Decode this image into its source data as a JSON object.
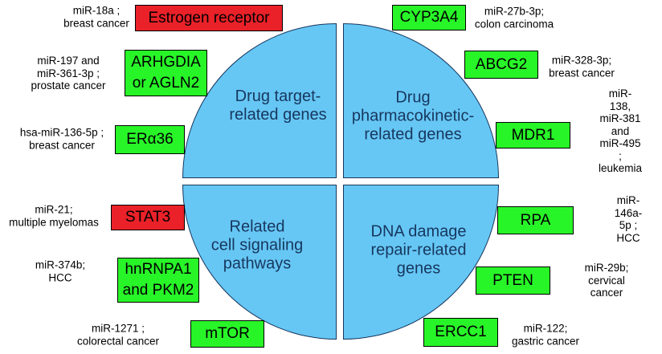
{
  "figure": {
    "description": "Four-quadrant circle diagram of miRNA-regulated gene categories",
    "colors": {
      "circle_fill": "#66c7f5",
      "circle_stroke": "#16365c",
      "quadrant_text": "#17375e",
      "gene_green": "#28f528",
      "gene_red": "#ea2128",
      "box_stroke": "#000000",
      "note_text": "#000000"
    }
  },
  "quadrants": {
    "top_left": {
      "label": "Drug target-\nrelated genes"
    },
    "top_right": {
      "label": "Drug\npharmacokinetic-\nrelated genes"
    },
    "bottom_left": {
      "label": "Related\ncell signaling\npathways"
    },
    "bottom_right": {
      "label": "DNA damage\nrepair-related\ngenes"
    }
  },
  "entries": [
    {
      "gene": "Estrogen receptor",
      "color": "red",
      "note": "miR-18a ;\nbreast cancer"
    },
    {
      "gene": "ARHGDIA\nor AGLN2",
      "color": "green",
      "note": "miR-197 and\nmiR-361-3p ;\nprostate cancer"
    },
    {
      "gene": "ERα36",
      "color": "green",
      "note": "hsa-miR-136-5p ;\nbreast cancer"
    },
    {
      "gene": "STAT3",
      "color": "red",
      "note": "miR-21;\nmultiple myelomas"
    },
    {
      "gene": "hnRNPA1\nand PKM2",
      "color": "green",
      "note": "miR-374b;\nHCC"
    },
    {
      "gene": "mTOR",
      "color": "green",
      "note": "miR-1271 ;\ncolorectal cancer"
    },
    {
      "gene": "CYP3A4",
      "color": "green",
      "note": "miR-27b-3p;\ncolon carcinoma"
    },
    {
      "gene": "ABCG2",
      "color": "green",
      "note": "miR-328-3p;\nbreast cancer"
    },
    {
      "gene": "MDR1",
      "color": "green",
      "note": "miR-138,\nmiR-381 and\nmiR-495 ;\nleukemia"
    },
    {
      "gene": "RPA",
      "color": "green",
      "note": "miR-146a-5p ;\nHCC"
    },
    {
      "gene": "PTEN",
      "color": "green",
      "note": "miR-29b;\ncervical cancer"
    },
    {
      "gene": "ERCC1",
      "color": "green",
      "note": "miR-122;\ngastric cancer"
    }
  ]
}
